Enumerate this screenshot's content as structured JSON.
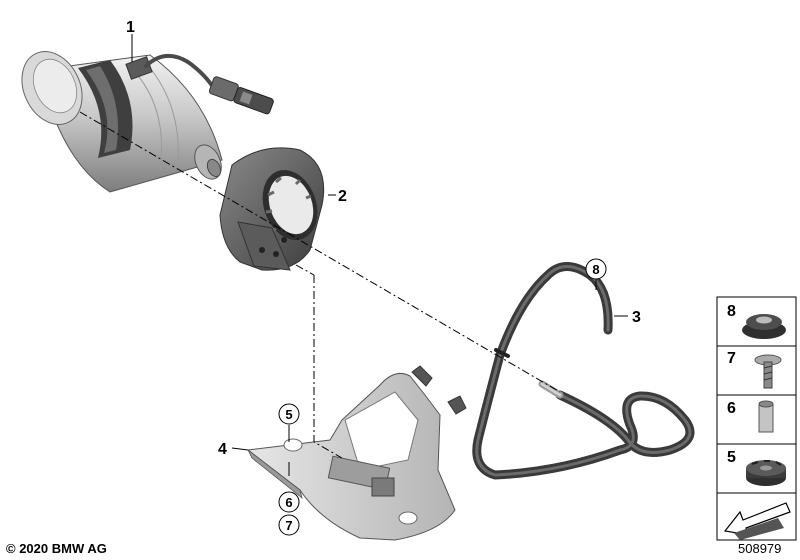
{
  "callouts": {
    "c1": "1",
    "c2": "2",
    "c3": "3",
    "c4": "4",
    "c5": "5",
    "c6": "6",
    "c7": "7",
    "c8": "8"
  },
  "legend": {
    "items": [
      {
        "number": "8",
        "icon": "grommet-icon"
      },
      {
        "number": "7",
        "icon": "screw-icon"
      },
      {
        "number": "6",
        "icon": "spacer-sleeve-icon"
      },
      {
        "number": "5",
        "icon": "nut-icon"
      }
    ],
    "footer_icon": "arrow-symbol-icon"
  },
  "footer": {
    "copyright": "© 2020 BMW AG",
    "image_number": "508979"
  },
  "colors": {
    "part_dark": "#4a4a4a",
    "part_mid": "#8c8c8c",
    "part_light": "#d6d6d6",
    "hose": "#3e3e3e",
    "line": "#000000"
  }
}
